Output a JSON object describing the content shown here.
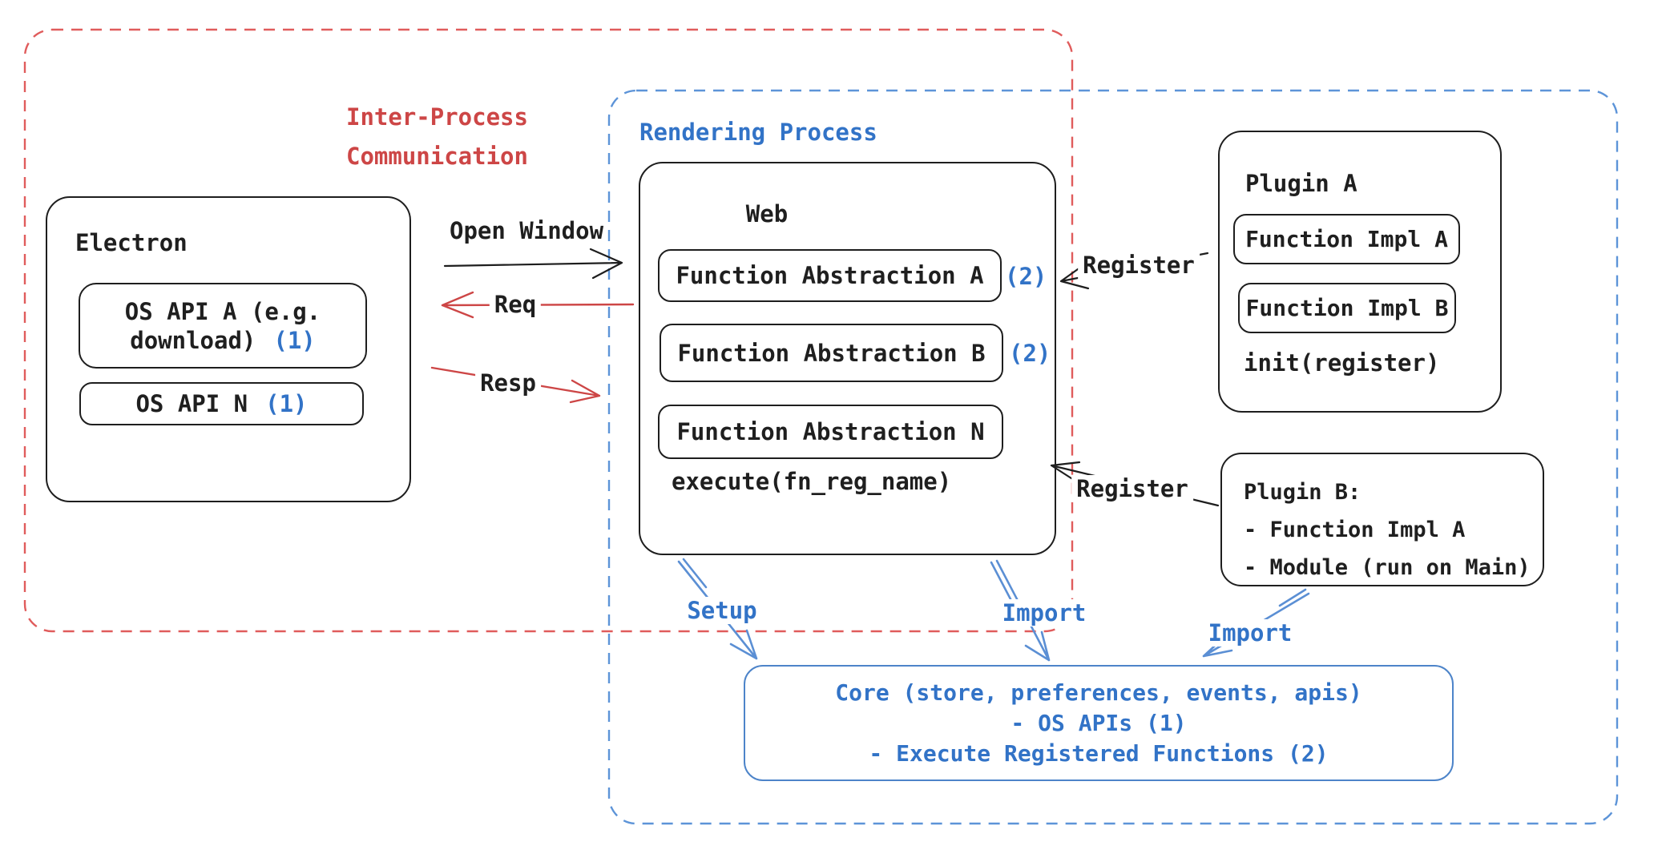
{
  "groups": {
    "ipc": {
      "label": "Inter-Process\nCommunication"
    },
    "rendering": {
      "label": "Rendering Process"
    }
  },
  "electron": {
    "title": "Electron",
    "os_api_a": {
      "line1": "OS API A (e.g.",
      "line2": "download)",
      "badge": "(1)"
    },
    "os_api_n": {
      "label": "OS API N",
      "badge": "(1)"
    }
  },
  "web": {
    "title": "Web",
    "items": [
      {
        "label": "Function Abstraction A",
        "badge": "(2)"
      },
      {
        "label": "Function Abstraction B",
        "badge": "(2)"
      },
      {
        "label": "Function Abstraction N",
        "badge": ""
      }
    ],
    "footer": "execute(fn_reg_name)"
  },
  "plugin_a": {
    "title": "Plugin A",
    "impl_a": "Function Impl A",
    "impl_b": "Function Impl B",
    "footer": "init(register)"
  },
  "plugin_b": {
    "line1": "Plugin B:",
    "line2": "- Function Impl A",
    "line3": "- Module (run on Main)"
  },
  "core": {
    "line1": "Core (store, preferences, events, apis)",
    "line2": "- OS APIs (1)",
    "line3": "- Execute Registered Functions (2)"
  },
  "arrows": {
    "open_window": "Open Window",
    "req": "Req",
    "resp": "Resp",
    "register_a": "Register",
    "register_b": "Register",
    "setup": "Setup",
    "import_web": "Import",
    "import_plugin": "Import"
  },
  "colors": {
    "ink": "#1e1e1e",
    "red_text": "#cd4646",
    "red_dash": "#e05c5c",
    "blue_text": "#3273c7",
    "blue_dash": "#5d94d8",
    "blue_arrow": "#5b8fd4"
  }
}
